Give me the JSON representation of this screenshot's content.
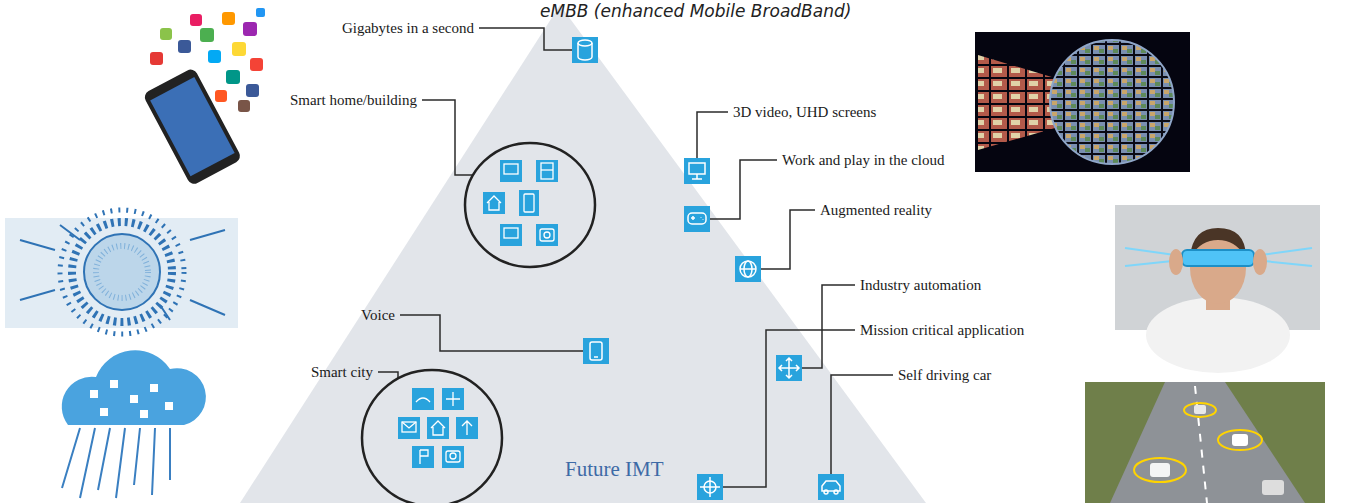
{
  "diagram": {
    "title": "eMBB (enhanced Mobile BroadBand)",
    "nodes": [
      {
        "text": [
          "Future IMT"
        ]
      }
    ],
    "labels": [
      "Gigabytes in a second",
      "3D video, UHD screens",
      "Smart home/building",
      "Work and play in the cloud",
      "Voice",
      "Augmented reality",
      "Industry automation",
      "Mission critical application",
      "Smart city",
      "Self driving car"
    ]
  }
}
